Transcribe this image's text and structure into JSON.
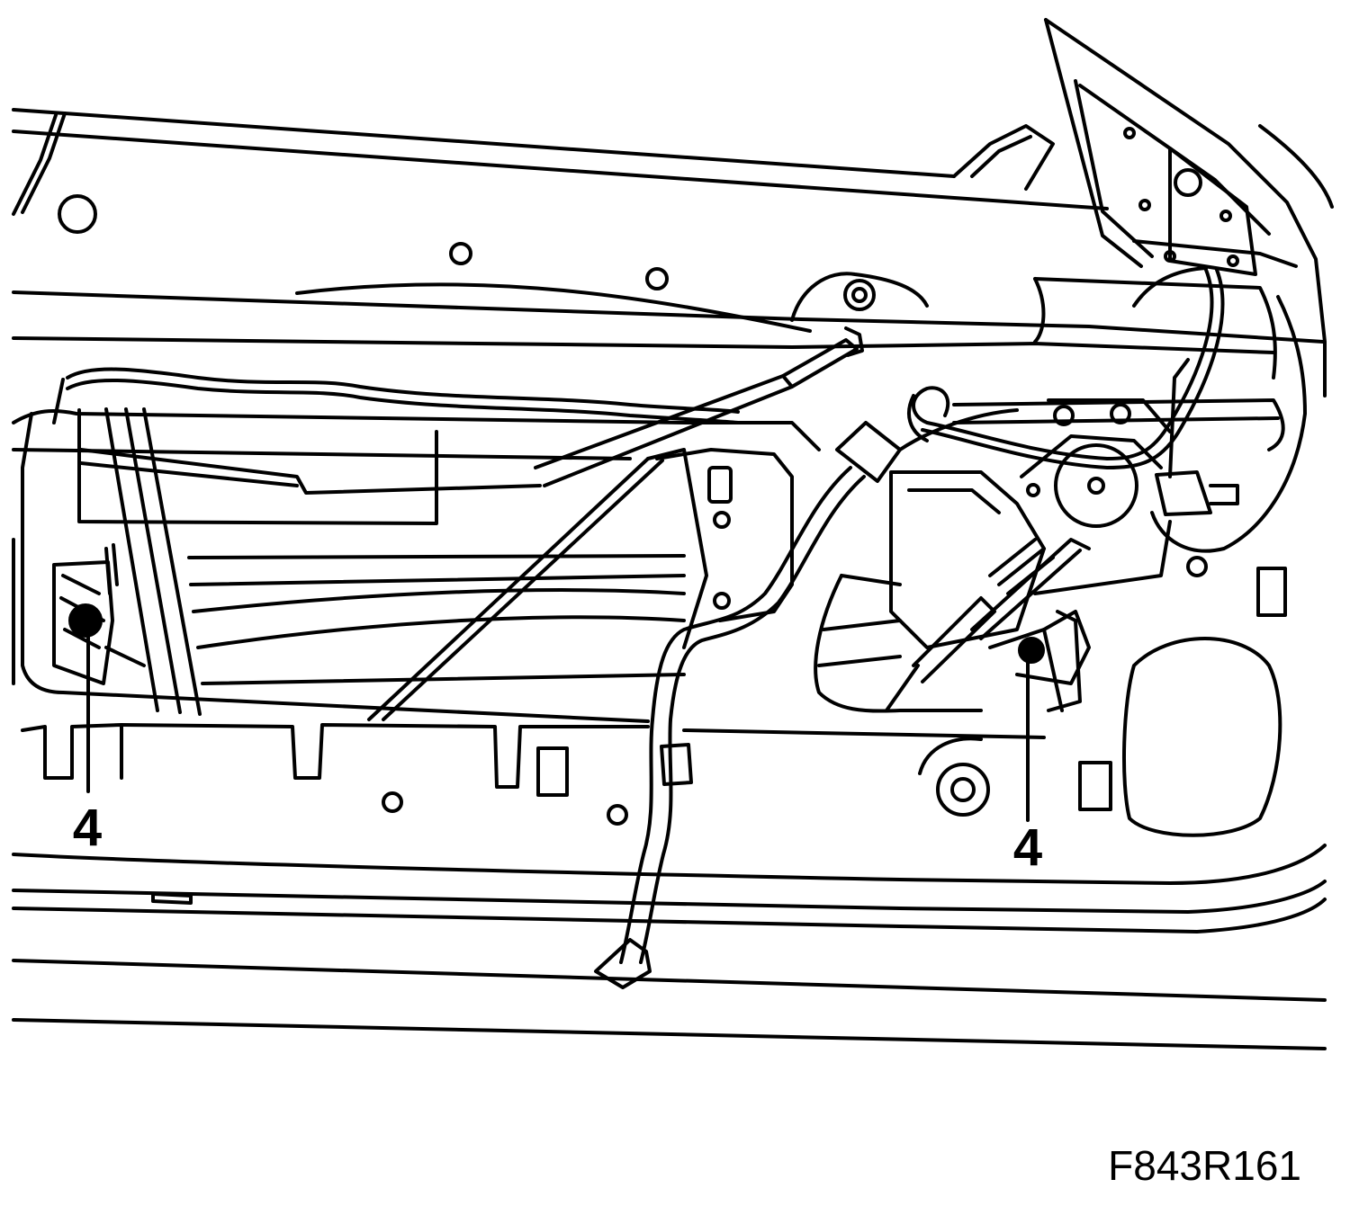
{
  "callouts": {
    "left_label": "4",
    "right_label": "4"
  },
  "figure_ref": "F843R161",
  "colors": {
    "line": "#000000",
    "background": "#ffffff"
  }
}
